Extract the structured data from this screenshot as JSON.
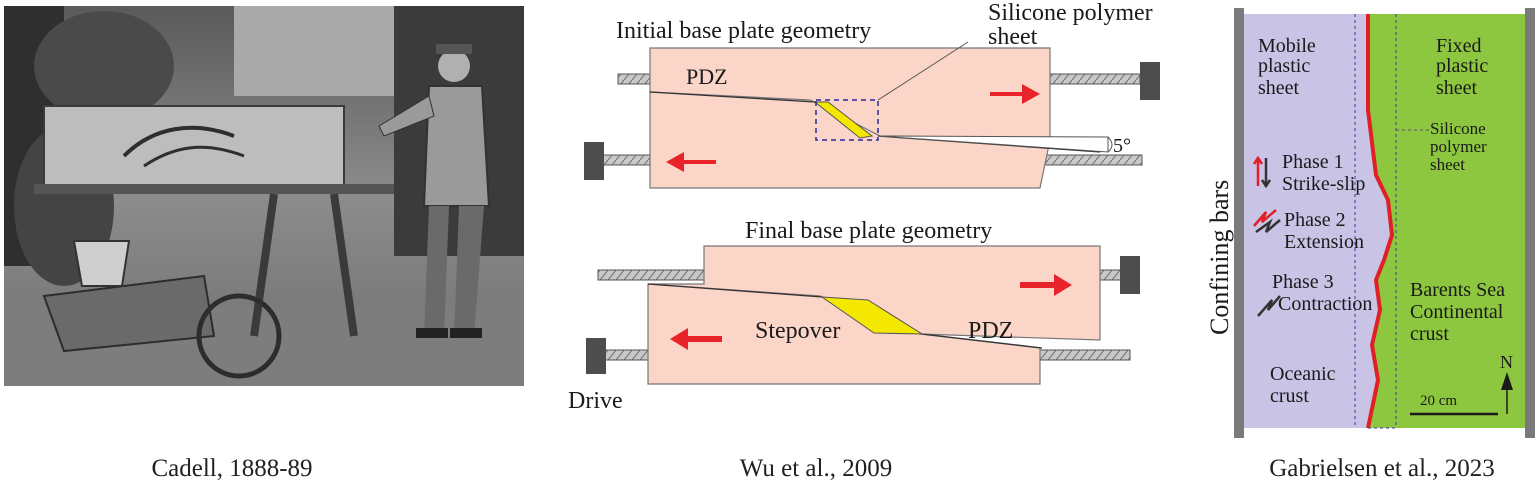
{
  "panels": {
    "left": {
      "caption": "Cadell, 1888-89"
    },
    "middle": {
      "caption": "Wu et al., 2009",
      "initial_title": "Initial base plate geometry",
      "silicone_label_1": "Silicone polymer",
      "silicone_label_2": "sheet",
      "pdz_top": "PDZ",
      "angle_label": "5°",
      "final_title": "Final base plate geometry",
      "stepover_label": "Stepover",
      "pdz_bottom": "PDZ",
      "drive_label": "Drive"
    },
    "right": {
      "caption": "Gabrielsen et al., 2023",
      "confining_bars": "Confining bars",
      "mobile_1": "Mobile",
      "mobile_2": "plastic",
      "mobile_3": "sheet",
      "fixed_1": "Fixed",
      "fixed_2": "plastic",
      "fixed_3": "sheet",
      "silicone_1": "Silicone",
      "silicone_2": "polymer",
      "silicone_3": "sheet",
      "phase1_a": "Phase 1",
      "phase1_b": "Strike-slip",
      "phase2_a": "Phase 2",
      "phase2_b": "Extension",
      "phase3_a": "Phase 3",
      "phase3_b": "Contraction",
      "barents_1": "Barents Sea",
      "barents_2": "Continental",
      "barents_3": "crust",
      "oceanic_1": "Oceanic",
      "oceanic_2": "crust",
      "scale_label": "20 cm",
      "north_label": "N"
    }
  },
  "colors": {
    "plate": "#fbd5c8",
    "arrow": "#e8242a",
    "stepover": "#f5e800",
    "mobile": "#c9c3e6",
    "fixed": "#8dc63f",
    "fault": "#e01f26"
  }
}
